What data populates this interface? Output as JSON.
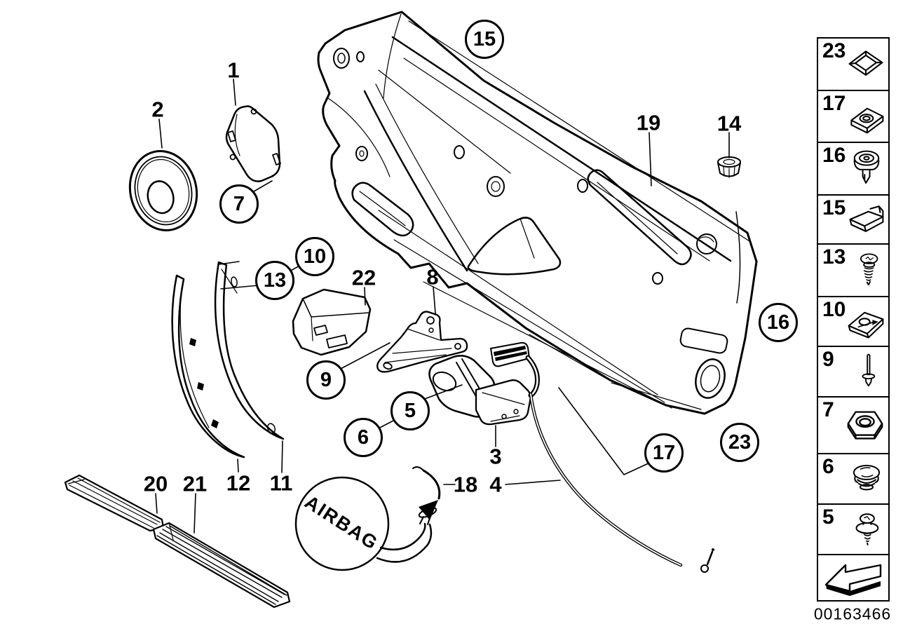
{
  "footer": {
    "image_code": "00163466"
  },
  "airbag": {
    "label": "AIRBAG"
  },
  "callouts": {
    "c1": "1",
    "c2": "2",
    "c3": "3",
    "c4": "4",
    "c5": "5",
    "c6": "6",
    "c7": "7",
    "c8": "8",
    "c9": "9",
    "c10": "10",
    "c11": "11",
    "c12": "12",
    "c13": "13",
    "c14": "14",
    "c15": "15",
    "c16": "16",
    "c17": "17",
    "c18": "18",
    "c19": "19",
    "c20": "20",
    "c21": "21",
    "c22": "22",
    "c23": "23"
  },
  "sidebar": {
    "items": [
      {
        "label": "23",
        "part": "trim-cap"
      },
      {
        "label": "17",
        "part": "speed-nut-clip"
      },
      {
        "label": "16",
        "part": "push-rivet"
      },
      {
        "label": "15",
        "part": "retainer-clip"
      },
      {
        "label": "13",
        "part": "screw"
      },
      {
        "label": "10",
        "part": "cage-nut-clip"
      },
      {
        "label": "9",
        "part": "pin-rivet"
      },
      {
        "label": "7",
        "part": "hex-nut"
      },
      {
        "label": "6",
        "part": "grommet-plug"
      },
      {
        "label": "5",
        "part": "washer-screw"
      }
    ]
  }
}
